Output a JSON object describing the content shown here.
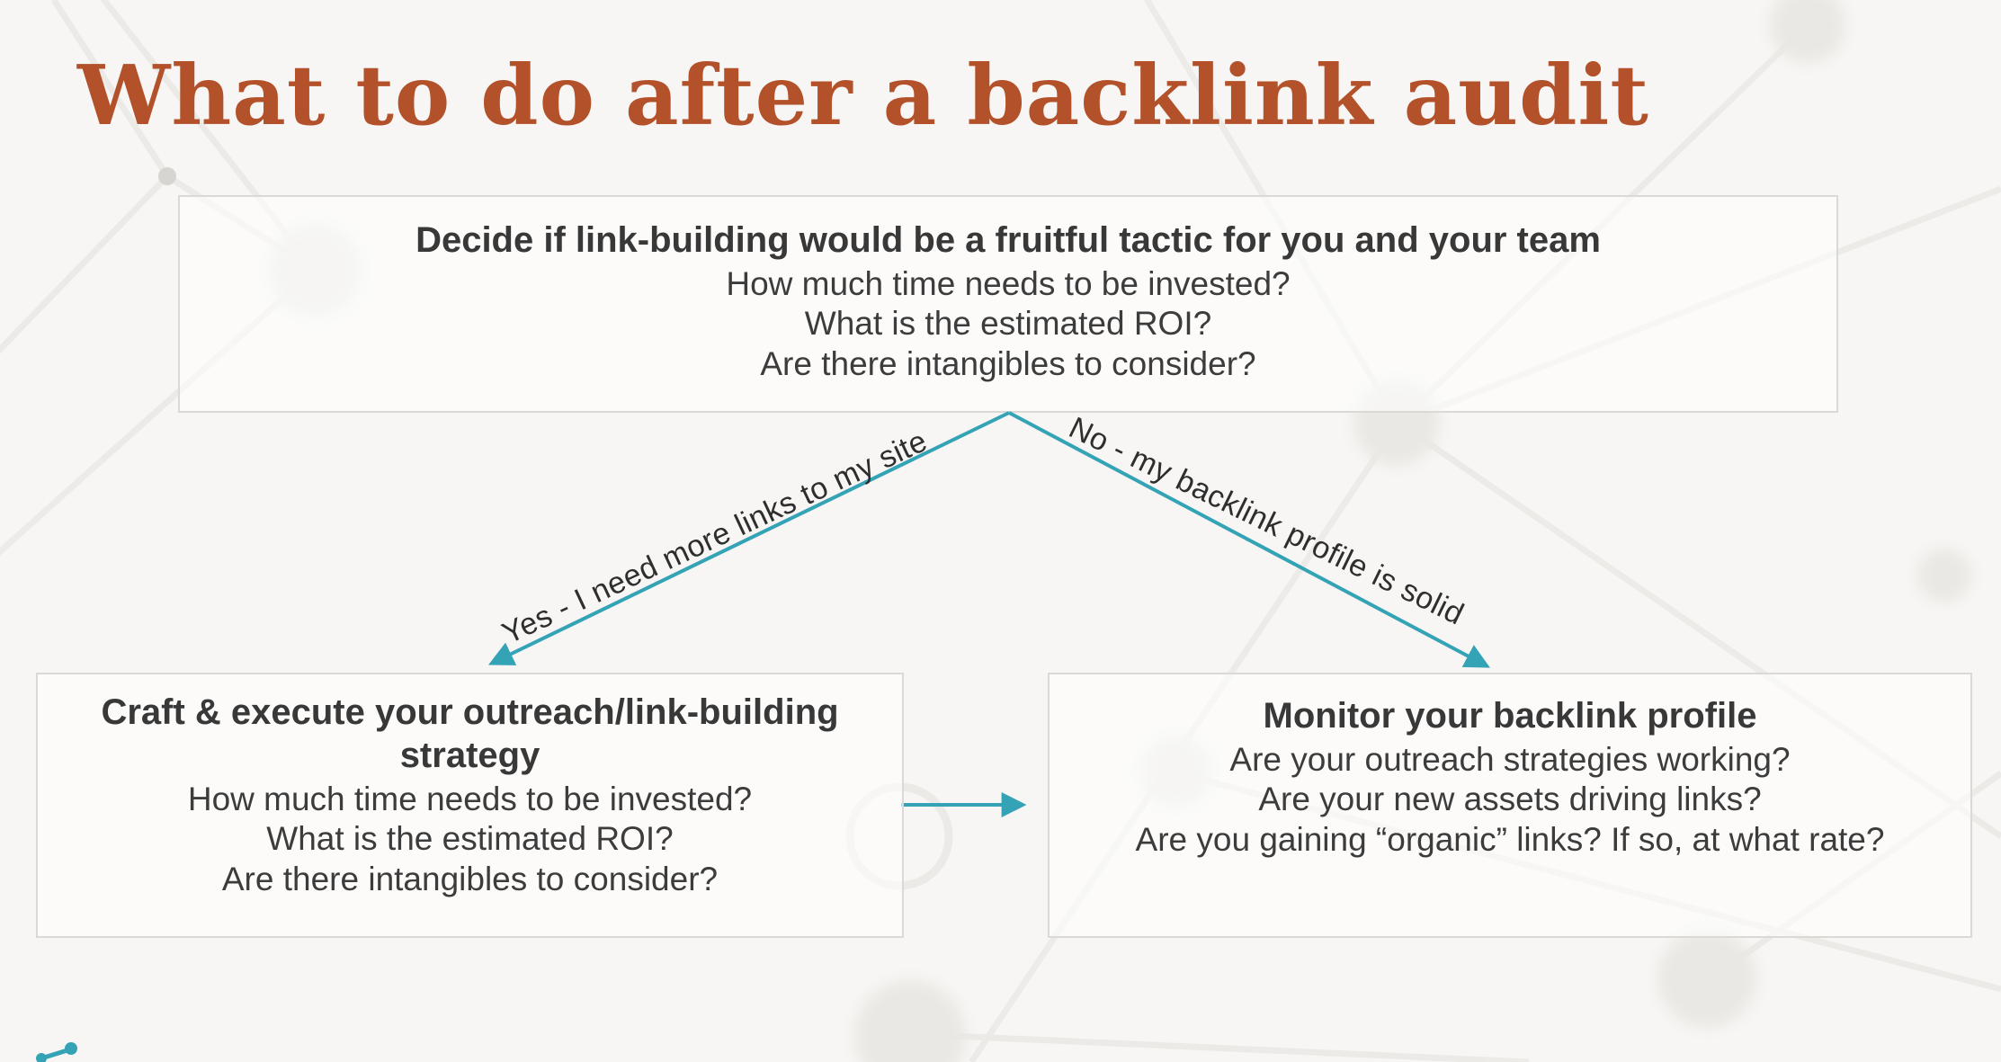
{
  "title": "What to do after a backlink audit",
  "decision_box": {
    "heading": "Decide if link-building would be a fruitful tactic for you and your team",
    "questions": [
      "How much time needs to be invested?",
      "What is the estimated ROI?",
      "Are there intangibles to consider?"
    ]
  },
  "branches": {
    "yes_label": "Yes - I need more links to my site",
    "no_label": "No - my backlink profile is solid"
  },
  "outreach_box": {
    "heading": "Craft & execute your outreach/link-building strategy",
    "questions": [
      "How much time needs to be invested?",
      "What is the estimated ROI?",
      "Are there intangibles to consider?"
    ]
  },
  "monitor_box": {
    "heading": "Monitor your backlink profile",
    "questions": [
      "Are your outreach strategies working?",
      "Are your new assets driving links?",
      "Are you gaining “organic” links? If so, at what rate?"
    ]
  },
  "colors": {
    "accent_title": "#b2512a",
    "arrow": "#35a3b6",
    "text": "#3c3c3c"
  }
}
